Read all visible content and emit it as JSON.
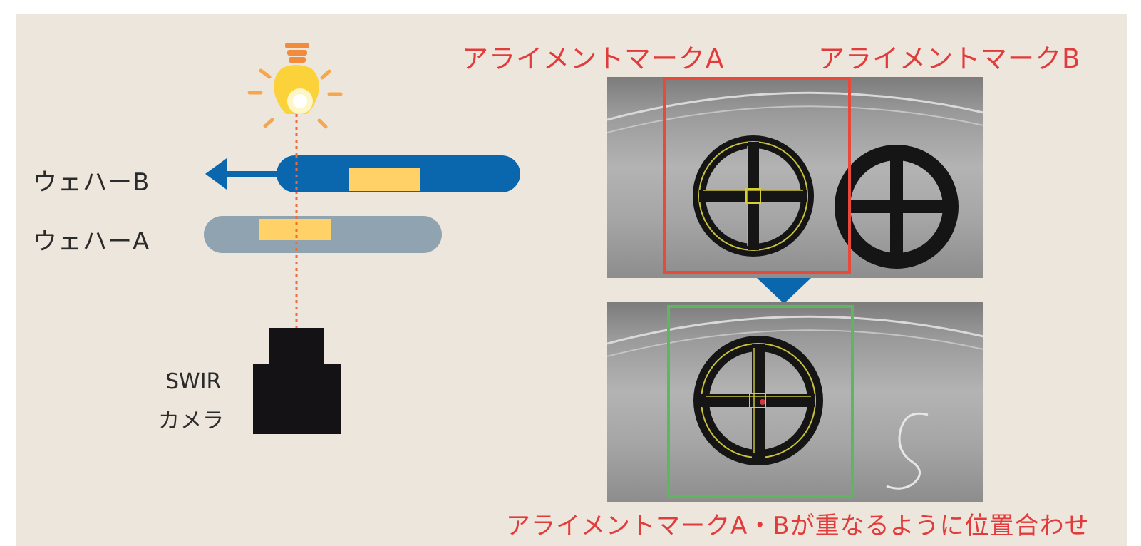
{
  "labels": {
    "wafer_b": "ウェハーB",
    "wafer_a": "ウェハーA",
    "camera_line1": "SWIR",
    "camera_line2": "カメラ",
    "mark_a": "アライメントマークA",
    "mark_b": "アライメントマークB",
    "caption": "アライメントマークA・Bが重なるように位置合わせ"
  },
  "colors": {
    "panel_bg": "#ede6dc",
    "wafer_b": "#0a67ad",
    "wafer_a": "#8fa3b1",
    "mark_pad": "#ffd166",
    "label_red": "#e23b3b",
    "frame_before": "#e8493b",
    "frame_after": "#5cb85c",
    "camera": "#141214",
    "beam": "#f06a3c"
  },
  "icons": {
    "light": "light-bulb-icon",
    "arrow": "arrow-left-icon",
    "camera": "camera-icon",
    "transition": "triangle-down-icon"
  }
}
